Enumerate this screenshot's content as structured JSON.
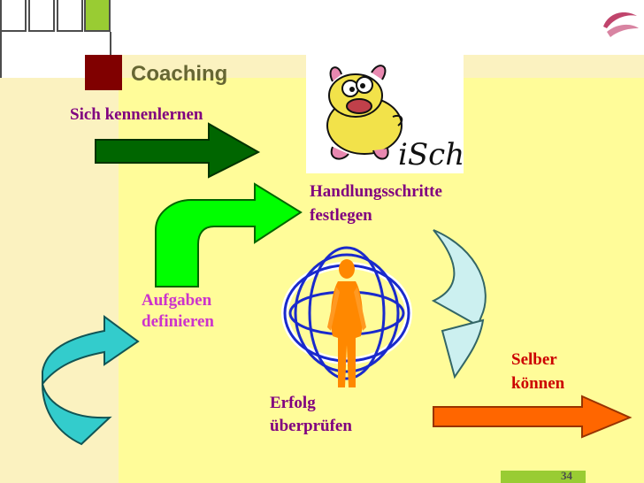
{
  "slide": {
    "title": "Coaching",
    "page_number": "34",
    "steps": {
      "sich_kennenlernen": "Sich kennenlernen",
      "handlungsschritte_1": "Handlungsschritte",
      "handlungsschritte_2": "festlegen",
      "aufgaben_1": "Aufgaben",
      "aufgaben_2": "definieren",
      "erfolg_1": "Erfolg",
      "erfolg_2": "überprüfen",
      "selber_1": "Selber",
      "selber_2": "können"
    },
    "cartoon_text": "iSch"
  },
  "colors": {
    "background_left": "#fbf2c0",
    "background_main": "#fffc99",
    "title_square": "#800000",
    "title_text": "#666633",
    "step_default": "#800080",
    "step_aufgaben": "#cc33cc",
    "step_selber": "#cc0000",
    "arrow_dark_green": "#006600",
    "arrow_light_green": "#00ff00",
    "arrow_light_blue": "#ccf0f0",
    "arrow_teal": "#33cccc",
    "arrow_orange": "#ff6600",
    "page_badge": "#99cc33",
    "logo_pink": "#c0446c"
  },
  "icons": [
    "window-squares-icon",
    "logo-icon",
    "cartoon-isch-image",
    "human-figure-orbits-image",
    "arrow-icon"
  ]
}
